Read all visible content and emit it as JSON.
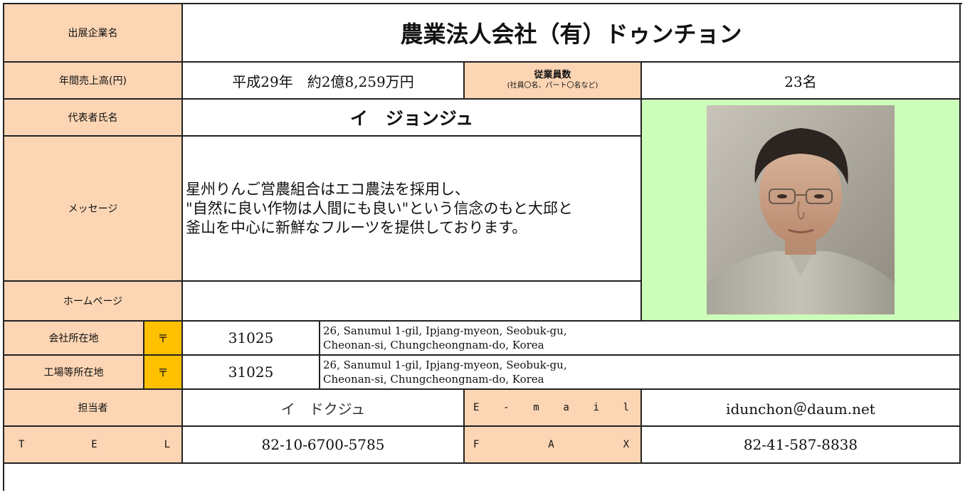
{
  "company_label": "出展企業名",
  "company_name": "農業法人会社（有）ドゥンチョン",
  "sales_label": "年間売上高(円)",
  "sales_value": "平成29年　約2億8,259万円",
  "employees_label": "従業員数",
  "employees_sublabel": "(社員〇名、パート〇名など)",
  "employees_value": "23名",
  "rep_label": "代表者氏名",
  "rep_name": "イ　ジョンジュ",
  "message_label": "メッセージ",
  "message_text": "星州りんご営農組合はエコ農法を採用し、\n\"自然に良い作物は人間にも良い\"という信念のもと大邱と\n釜山を中心に新鮮なフルーツを提供しております。",
  "homepage_label": "ホームページ",
  "homepage_value": "",
  "office_label": "会社所在地",
  "postal_mark": "〒",
  "office_postal": "31025",
  "office_address": "26, Sanumul 1-gil, Ipjang-myeon, Seobuk-gu,\nCheonan-si, Chungcheongnam-do, Korea",
  "factory_label": "工場等所在地",
  "factory_postal": "31025",
  "factory_address": "26, Sanumul 1-gil, Ipjang-myeon, Seobuk-gu,\nCheonan-si, Chungcheongnam-do, Korea",
  "contact_label": "担当者",
  "contact_name": "イ　ドクジュ",
  "email_label": [
    "E",
    "-",
    "m",
    "a",
    "i",
    "l"
  ],
  "email_value": "idunchon＠daum.net",
  "tel_label": [
    "T",
    "E",
    "L"
  ],
  "tel_value": "82-10-6700-5785",
  "fax_label": [
    "F",
    "A",
    "X"
  ],
  "fax_value": "82-41-587-8838",
  "colors": {
    "label_bg": "#fcd5b4",
    "postal_bg": "#ffc000",
    "photo_bg": "#ccfdba",
    "border": "#222222"
  }
}
